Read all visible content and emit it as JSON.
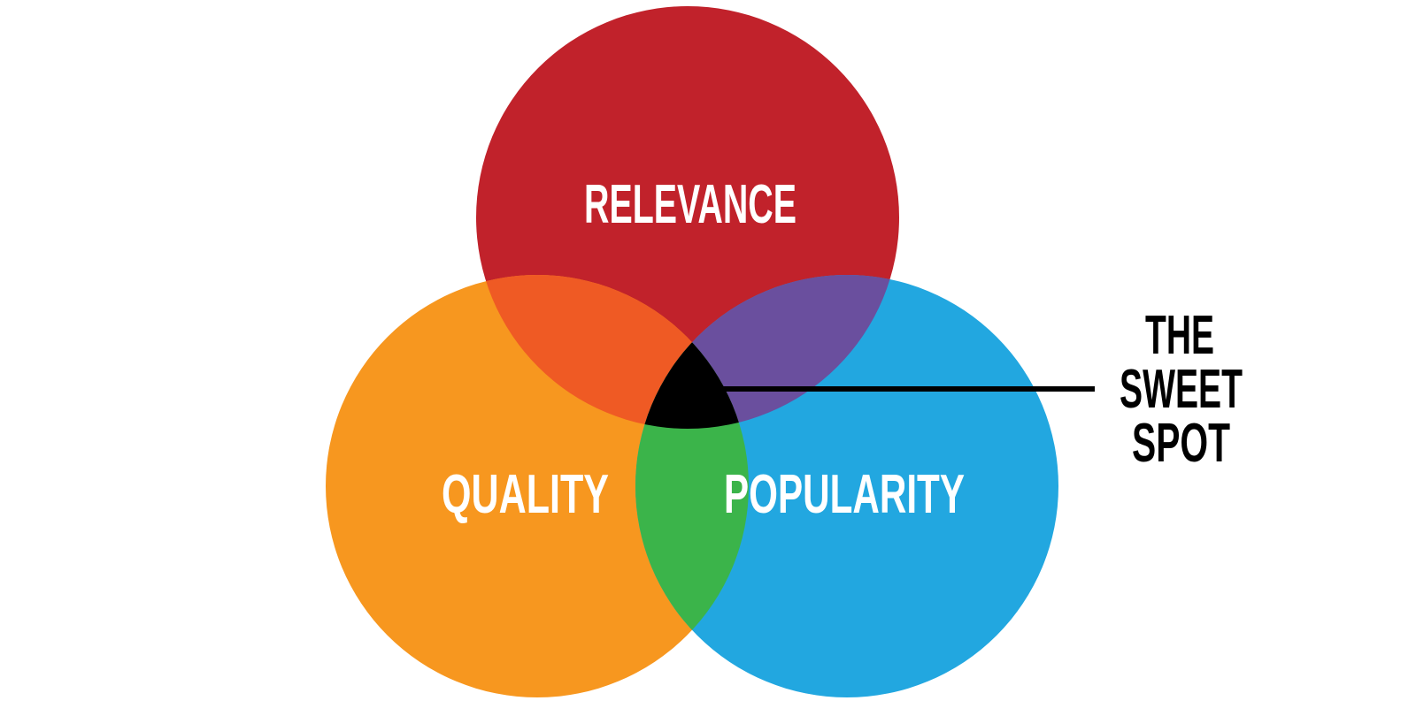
{
  "diagram": {
    "type": "venn",
    "sets": [
      {
        "name": "top",
        "label": "RELEVANCE",
        "color": "#C1222B"
      },
      {
        "name": "left",
        "label": "QUALITY",
        "color": "#F7971F"
      },
      {
        "name": "right",
        "label": "POPULARITY",
        "color": "#22A7E0"
      }
    ],
    "overlaps": {
      "relevance_quality": "#EF5A24",
      "relevance_popularity": "#6A4F9E",
      "quality_popularity": "#3BB44A",
      "all_three": "#000000"
    },
    "callout": {
      "line1": "THE",
      "line2": "SWEET",
      "line3": "SPOT",
      "color": "#000000"
    }
  }
}
